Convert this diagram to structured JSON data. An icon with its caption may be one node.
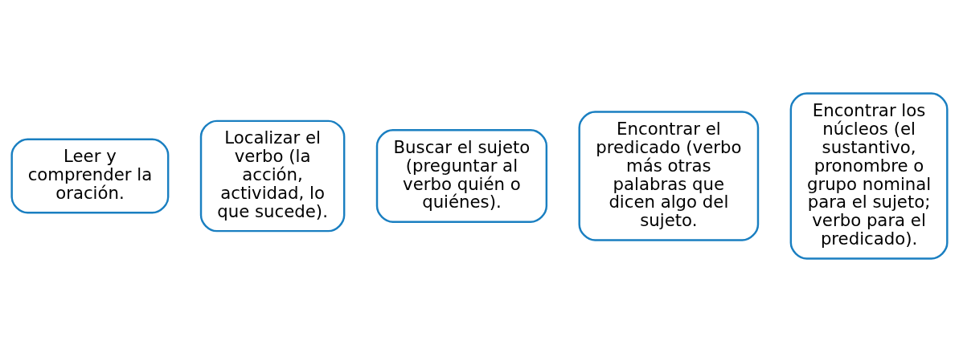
{
  "diagram": {
    "nodes": [
      {
        "text": [
          "Leer y comprender la oración."
        ]
      },
      {
        "text": [
          "Localizar el verbo (la acción, actividad, lo que sucede)."
        ]
      },
      {
        "text": [
          "Buscar el sujeto (preguntar al verbo quién o quiénes)."
        ]
      },
      {
        "text": [
          "Encontrar el predicado (verbo más otras palabras que dicen algo del sujeto."
        ]
      },
      {
        "text": [
          "Encontrar los núcleos (el sustantivo, pronombre o grupo nominal para el sujeto; verbo para el predicado)."
        ]
      }
    ],
    "edges": []
  }
}
